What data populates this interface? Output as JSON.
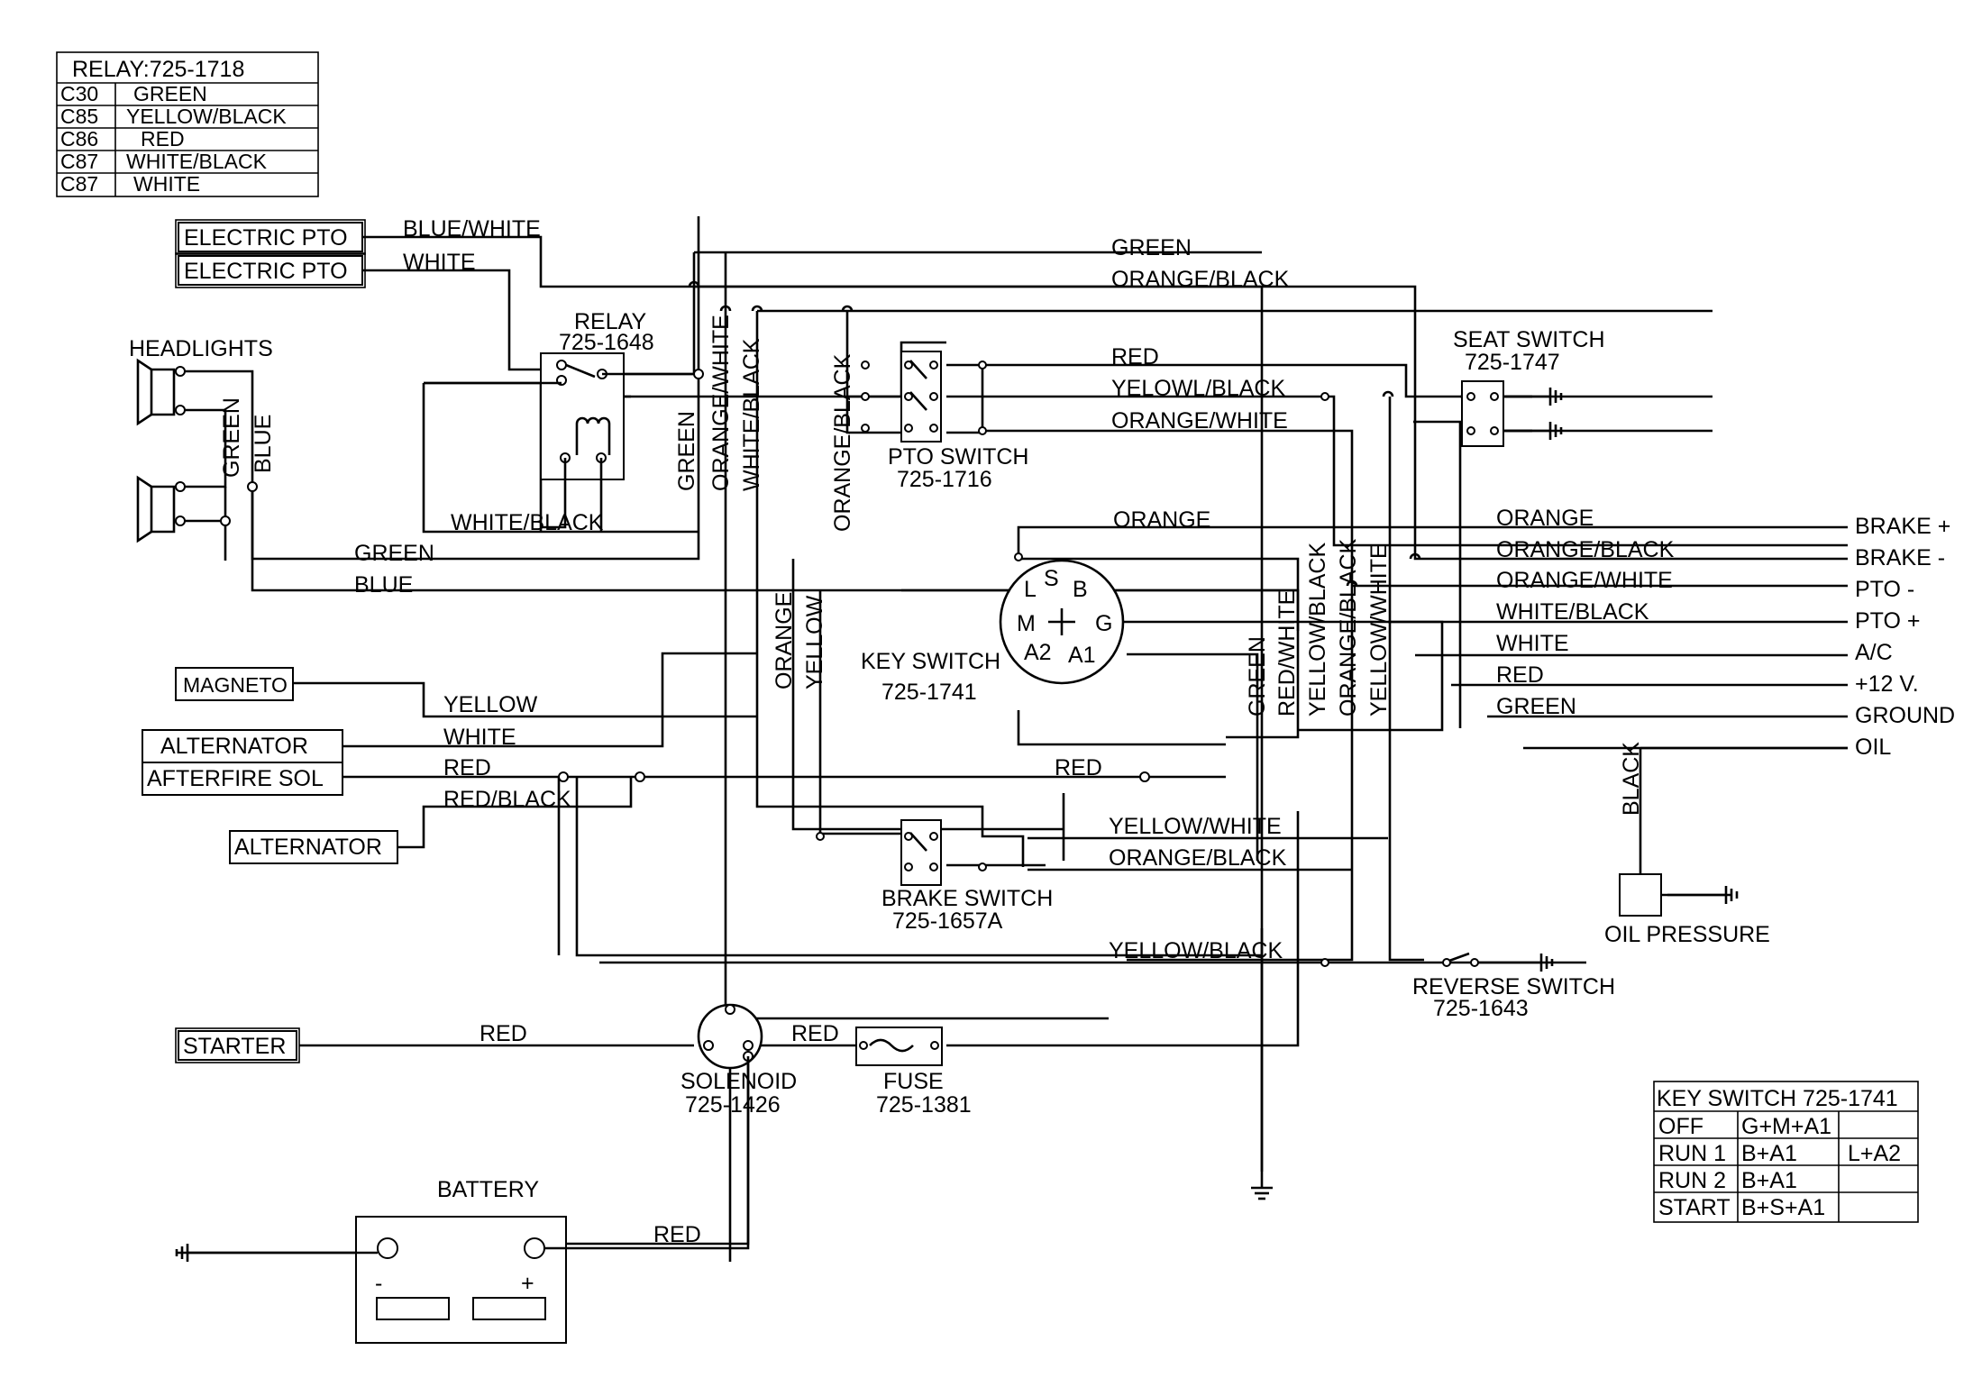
{
  "relay_table": {
    "title": "RELAY:725-1718",
    "rows": [
      {
        "pin": "C30",
        "color": "GREEN"
      },
      {
        "pin": "C85",
        "color": "YELLOW/BLACK"
      },
      {
        "pin": "C86",
        "color": "RED"
      },
      {
        "pin": "C87",
        "color": "WHITE/BLACK"
      },
      {
        "pin": "C87",
        "color": "WHITE"
      }
    ]
  },
  "key_table": {
    "title": "KEY SWITCH 725-1741",
    "rows": [
      {
        "pos": "OFF",
        "a": "G+M+A1",
        "b": ""
      },
      {
        "pos": "RUN 1",
        "a": "B+A1",
        "b": "L+A2"
      },
      {
        "pos": "RUN 2",
        "a": "B+A1",
        "b": ""
      },
      {
        "pos": "START",
        "a": "B+S+A1",
        "b": ""
      }
    ]
  },
  "components": {
    "pto1": "ELECTRIC PTO",
    "pto2": "ELECTRIC PTO",
    "headlights": "HEADLIGHTS",
    "relay_name": "RELAY",
    "relay_part": "725-1648",
    "magneto": "MAGNETO",
    "alternator1": "ALTERNATOR",
    "afterfire": "AFTERFIRE SOL",
    "alternator2": "ALTERNATOR",
    "starter": "STARTER",
    "pto_switch_name": "PTO SWITCH",
    "pto_switch_part": "725-1716",
    "key_switch_name": "KEY SWITCH",
    "key_switch_part": "725-1741",
    "key_pins": {
      "L": "L",
      "S": "S",
      "B": "B",
      "M": "M",
      "G": "G",
      "A2": "A2",
      "A1": "A1"
    },
    "brake_switch_name": "BRAKE SWITCH",
    "brake_switch_part": "725-1657A",
    "seat_switch_name": "SEAT SWITCH",
    "seat_switch_part": "725-1747",
    "reverse_switch_name": "REVERSE SWITCH",
    "reverse_switch_part": "725-1643",
    "oil_pressure": "OIL PRESSURE",
    "solenoid_name": "SOLENOID",
    "solenoid_part": "725-1426",
    "fuse_name": "FUSE",
    "fuse_part": "725-1381",
    "battery": "BATTERY",
    "battery_neg": "-",
    "battery_pos": "+"
  },
  "wires": {
    "blue_white": "BLUE/WHITE",
    "white_pto": "WHITE",
    "green_top": "GREEN",
    "orange_black_top": "ORANGE/BLACK",
    "red_top": "RED",
    "yellow_black_top": "YELOWL/BLACK",
    "orange_white_top": "ORANGE/WHITE",
    "green_v1": "GREEN",
    "orange_white_v": "ORANGE/WHITE",
    "white_black_v": "WHITE/BLACK",
    "orange_black_v": "ORANGE/BLACK",
    "green_hl": "GREEN",
    "blue_hl": "BLUE",
    "white_black_h": "WHITE/BLACK",
    "green_h": "GREEN",
    "blue_h": "BLUE",
    "orange_h": "ORANGE",
    "orange_v": "ORANGE",
    "yellow_v": "YELLOW",
    "yellow_h": "YELLOW",
    "white_h": "WHITE",
    "red_h": "RED",
    "red_black_h": "RED/BLACK",
    "red_mid": "RED",
    "green_v2": "GREEN",
    "red_white_v": "RED/WHITE",
    "yellow_black_v": "YELLOW/BLACK",
    "orange_black_v2": "ORANGE/BLACK",
    "yellow_white_v": "YELLOW/WHITE",
    "yellow_white_h": "YELLOW/WHITE",
    "orange_black_h2": "ORANGE/BLACK",
    "yellow_black_bottom": "YELLOW/BLACK",
    "red_starter": "RED",
    "red_fuse": "RED",
    "red_battery": "RED",
    "black_oil": "BLACK"
  },
  "connector": {
    "wires": [
      "ORANGE",
      "ORANGE/BLACK",
      "ORANGE/WHITE",
      "WHITE/BLACK",
      "WHITE",
      "RED",
      "GREEN"
    ],
    "terminals": [
      "BRAKE +",
      "BRAKE -",
      "PTO -",
      "PTO +",
      "A/C",
      "+12 V.",
      "GROUND",
      "OIL"
    ]
  }
}
